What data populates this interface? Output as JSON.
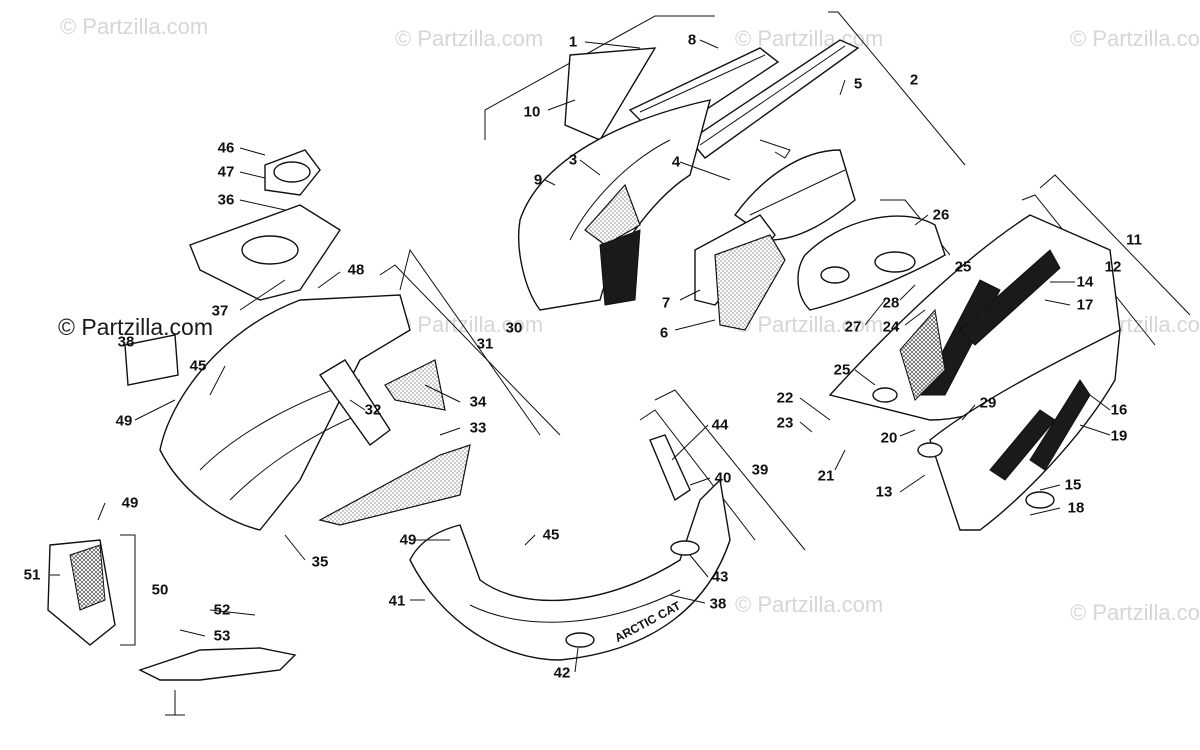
{
  "watermarks": [
    "© Partzilla.com",
    "© Partzilla.com",
    "© Partzilla.com",
    "© Partzilla.com",
    "© Partzilla.com",
    "© Partzilla.com",
    "© Partzilla.com",
    "© Partzilla.com",
    "© Partzilla.com",
    "© Partzilla.com"
  ],
  "decal_text": {
    "arctic_cat": "ARCTIC CAT"
  },
  "callouts": [
    "1",
    "2",
    "3",
    "4",
    "5",
    "6",
    "7",
    "8",
    "9",
    "10",
    "11",
    "12",
    "13",
    "14",
    "15",
    "16",
    "17",
    "18",
    "19",
    "20",
    "21",
    "22",
    "23",
    "24",
    "25",
    "25",
    "26",
    "27",
    "28",
    "29",
    "30",
    "31",
    "32",
    "33",
    "34",
    "35",
    "36",
    "37",
    "38",
    "38",
    "39",
    "40",
    "41",
    "42",
    "43",
    "44",
    "45",
    "45",
    "46",
    "47",
    "48",
    "49",
    "49",
    "49",
    "50",
    "51",
    "52",
    "53"
  ]
}
